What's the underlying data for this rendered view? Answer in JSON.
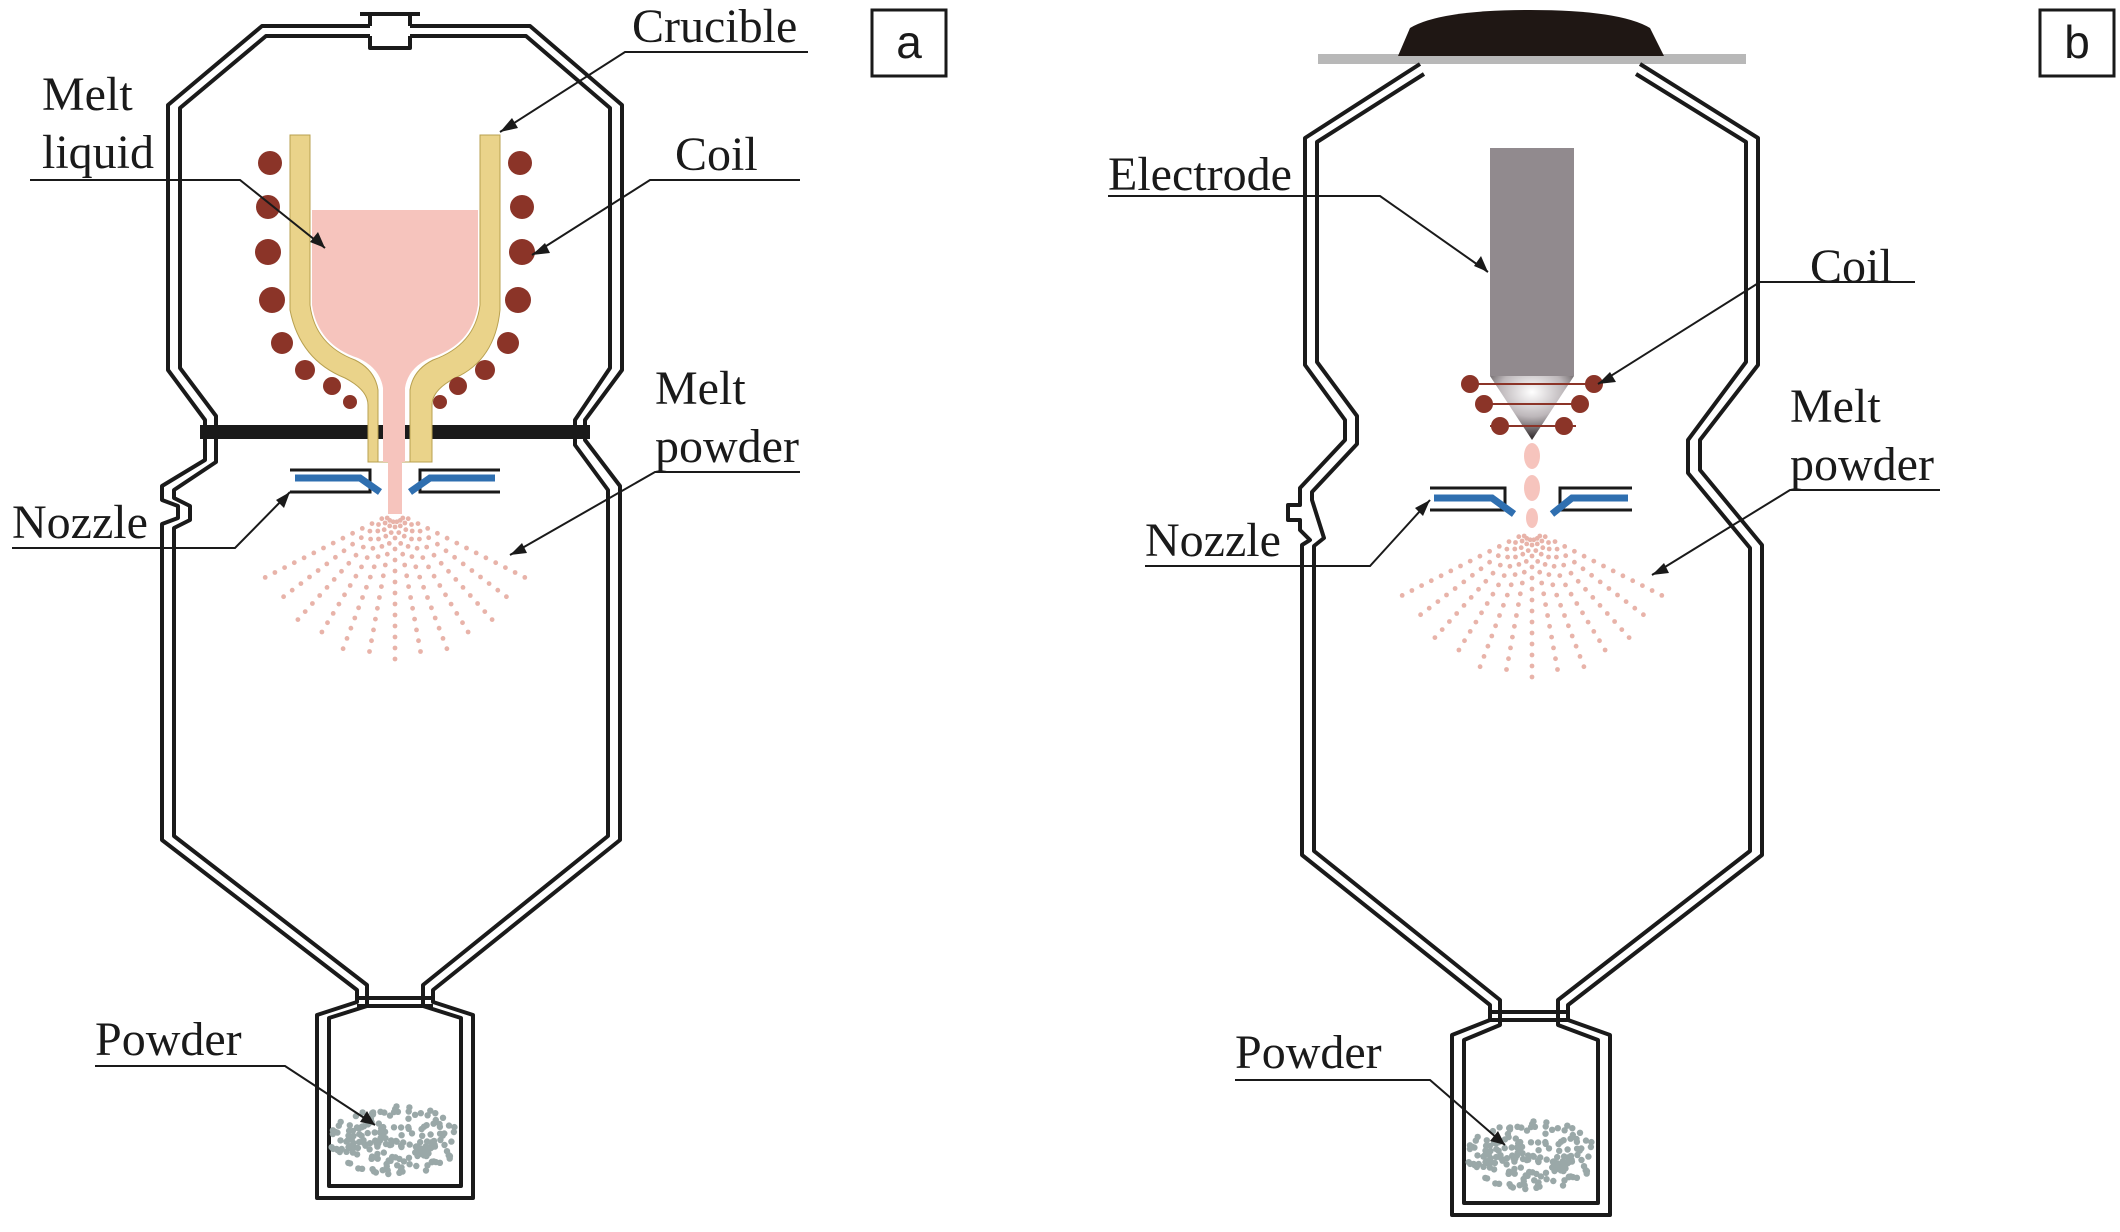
{
  "panels": [
    {
      "tag": "a",
      "labels": {
        "crucible": "Crucible",
        "melt_liquid_1": "Melt",
        "melt_liquid_2": "liquid",
        "coil": "Coil",
        "melt_powder_1": "Melt",
        "melt_powder_2": "powder",
        "nozzle": "Nozzle",
        "powder": "Powder"
      }
    },
    {
      "tag": "b",
      "labels": {
        "electrode": "Electrode",
        "coil": "Coil",
        "melt_powder_1": "Melt",
        "melt_powder_2": "powder",
        "nozzle": "Nozzle",
        "powder": "Powder"
      }
    }
  ],
  "colors": {
    "outline": "#1a1a1a",
    "crucible": "#ead38a",
    "melt": "#f6c4bd",
    "coil": "#8b3428",
    "nozzle_blue": "#2f6fb0",
    "electrode": "#918a8e",
    "spray": "#e8b3a9",
    "powder": "#9aa8a8",
    "plate": "#b8b8b8",
    "cap": "#1f1714"
  }
}
